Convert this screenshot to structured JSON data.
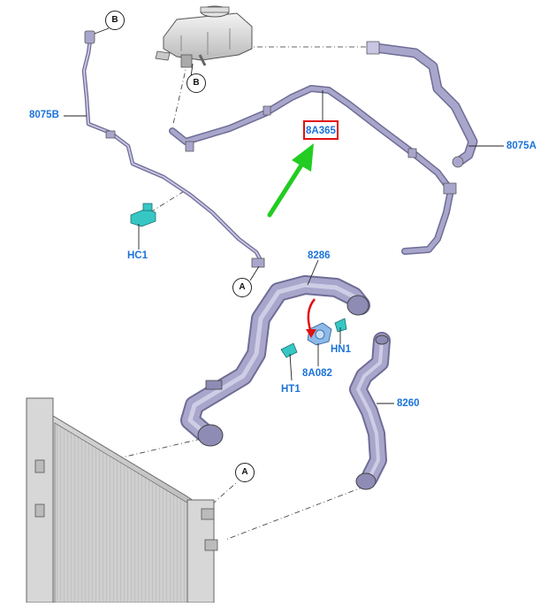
{
  "callouts": {
    "b_top": "B",
    "b_reservoir": "B",
    "a_mid": "A",
    "a_lower": "A"
  },
  "parts": {
    "p8075b": "8075B",
    "p8075a": "8075A",
    "p8a365": "8A365",
    "hc1": "HC1",
    "p8286": "8286",
    "hn1": "HN1",
    "ht1": "HT1",
    "p8a082": "8A082",
    "p8260": "8260"
  },
  "colors": {
    "part_label": "#1a73d9",
    "hose": "#a9a6cc",
    "hose_dark": "#6f6c96",
    "clip": "#36c7c4",
    "highlight": "#e01010",
    "arrow_green": "#22cc22",
    "arrow_red": "#e01010"
  }
}
